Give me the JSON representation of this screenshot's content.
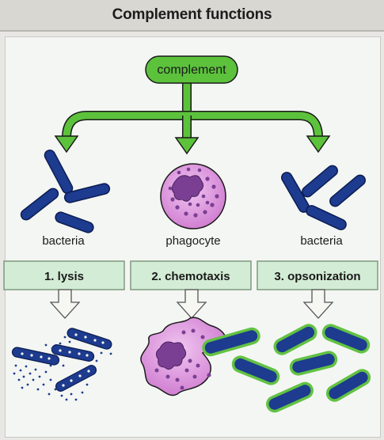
{
  "title": "Complement functions",
  "root": {
    "label": "complement"
  },
  "branches": [
    {
      "label": "bacteria",
      "function": "1. lysis"
    },
    {
      "label": "phagocyte",
      "function": "2. chemotaxis"
    },
    {
      "label": "bacteria",
      "function": "3. opsonization"
    }
  ],
  "colors": {
    "complement_fill": "#5cc23c",
    "arrow_green": "#5cc23c",
    "bacteria_blue": "#1d3b8f",
    "phagocyte_pink": "#d890d8",
    "nucleus_purple": "#7a3f93",
    "function_box": "#d3ecd5",
    "opsonin_green": "#62c242",
    "outline_arrow_fill": "#f6f6f2"
  }
}
